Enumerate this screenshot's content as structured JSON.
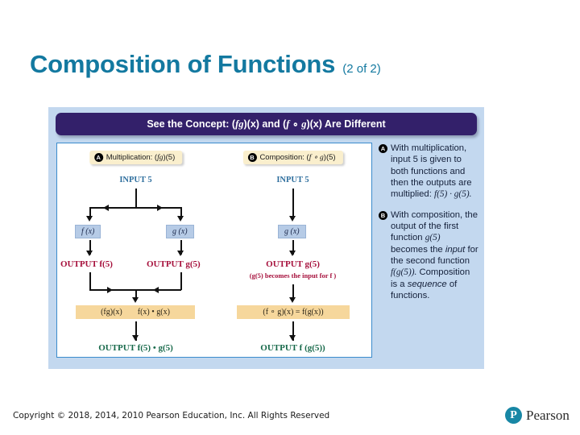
{
  "slide": {
    "title_main": "Composition of Functions",
    "title_sub": "(2 of 2)",
    "title_color": "#1379a0",
    "background": "#ffffff"
  },
  "figure": {
    "banner": {
      "prefix": "See the Concept: (",
      "f1": "fg",
      "mid1": ")(x) and (",
      "f2": "f",
      "ring": " ∘ ",
      "g2": "g",
      "mid2": ")(x) Are Different",
      "background": "#33206a",
      "text_color": "#ffffff"
    },
    "panel_border_color": "#3b8ccc",
    "panel_background": "#ffffff",
    "figure_background": "#c3d8ef",
    "columns": [
      {
        "badge": "A",
        "caption_prefix": "Multiplication: (",
        "caption_fn": "fg",
        "caption_suffix": ")(5)",
        "input_label": "INPUT 5",
        "boxes": [
          "f (x)",
          "g (x)"
        ],
        "outputs": [
          "OUTPUT f(5)",
          "OUTPUT g(5)"
        ],
        "result_box_left": "(fg)(x)",
        "result_box_right": "f(x) • g(x)",
        "final_output": "OUTPUT f(5) • g(5)"
      },
      {
        "badge": "B",
        "caption_prefix": "Composition: (",
        "caption_fn": "f ∘ g",
        "caption_suffix": ")(5)",
        "input_label": "INPUT 5",
        "boxes": [
          "g (x)"
        ],
        "outputs": [
          "OUTPUT g(5)"
        ],
        "note": "(g(5) becomes the input for f )",
        "result_box": "(f ∘ g)(x) = f(g(x))",
        "final_output": "OUTPUT f (g(5))"
      }
    ],
    "notes": [
      {
        "badge": "A",
        "text": "With multiplication, input 5 is given to both functions and then the outputs are multiplied: ",
        "math": "f(5) · g(5)."
      },
      {
        "badge": "B",
        "text_1": "With composition, the output of the first function ",
        "math_1": "g(5)",
        "text_2": " becomes the ",
        "em_1": "input",
        "text_3": " for the second function ",
        "math_2": "f(g(5)).",
        "text_4": " Composition is a ",
        "em_2": "sequence",
        "text_5": " of functions."
      }
    ]
  },
  "footer": {
    "copyright": "Copyright © 2018, 2014, 2010 Pearson Education, Inc. All Rights Reserved",
    "logo_letter": "P",
    "logo_word": "Pearson",
    "logo_color": "#1887a5"
  }
}
